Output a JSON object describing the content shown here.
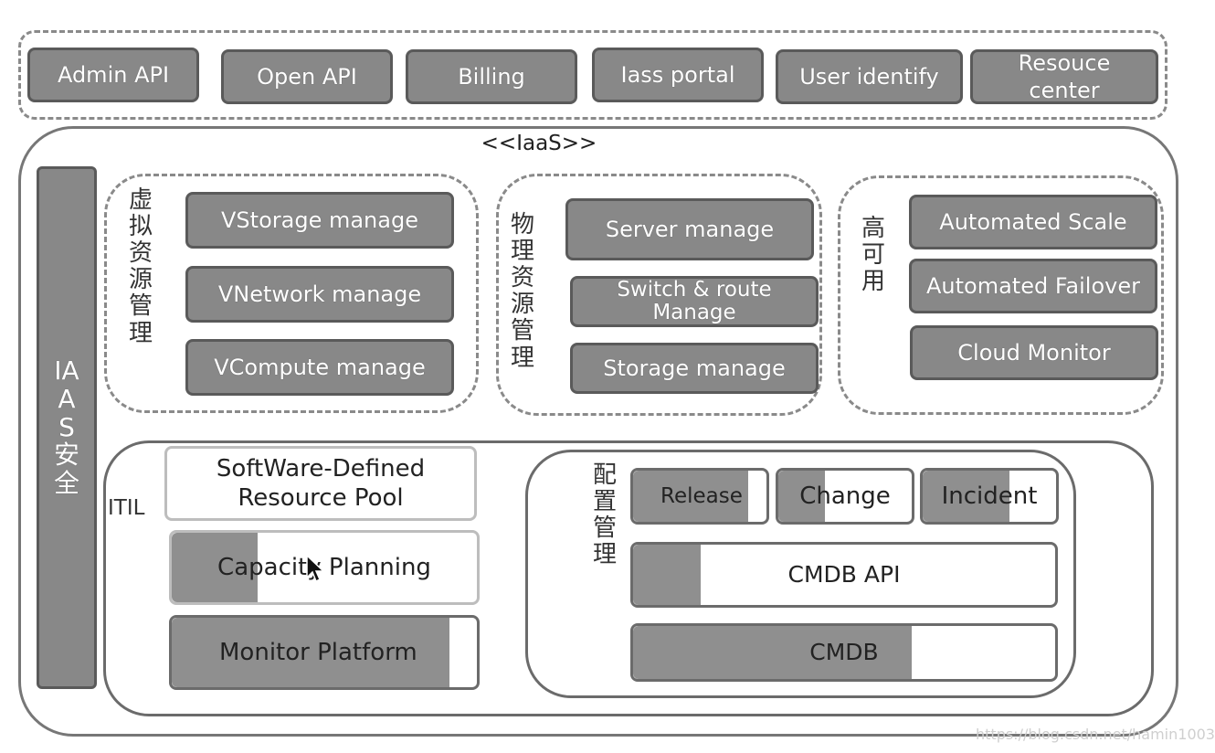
{
  "top_bar": {
    "items": [
      "Admin API",
      "Open API",
      "Billing",
      "Iass portal",
      "User identify",
      "Resouce center"
    ]
  },
  "iaas_title": "<<IaaS>>",
  "security_label": "IAAS安全",
  "virtual": {
    "label": "虚拟资源管理",
    "items": [
      "VStorage manage",
      "VNetwork manage",
      "VCompute manage"
    ]
  },
  "physical": {
    "label": "物理资源管理",
    "items": [
      "Server manage",
      "Switch & route Manage",
      "Storage manage"
    ]
  },
  "ha": {
    "label": "高可用",
    "items": [
      "Automated Scale",
      "Automated Failover",
      "Cloud Monitor"
    ]
  },
  "itil": {
    "label": "ITIL",
    "resource_pool": "SoftWare-Defined Resource Pool",
    "capacity": {
      "label": "Capacity Planning",
      "fill": 0.28
    },
    "monitor": {
      "label": "Monitor Platform",
      "fill": 0.91
    }
  },
  "config": {
    "label": "配置管理",
    "release": {
      "label": "Release",
      "fill": 0.86
    },
    "change": {
      "label": "Change",
      "fill": 0.35
    },
    "incident": {
      "label": "Incident",
      "fill": 0.65
    },
    "cmdb_api": {
      "label": "CMDB API",
      "fill": 0.16
    },
    "cmdb": {
      "label": "CMDB",
      "fill": 0.66
    }
  },
  "watermark": "https://blog.csdn.net/hamin1003"
}
